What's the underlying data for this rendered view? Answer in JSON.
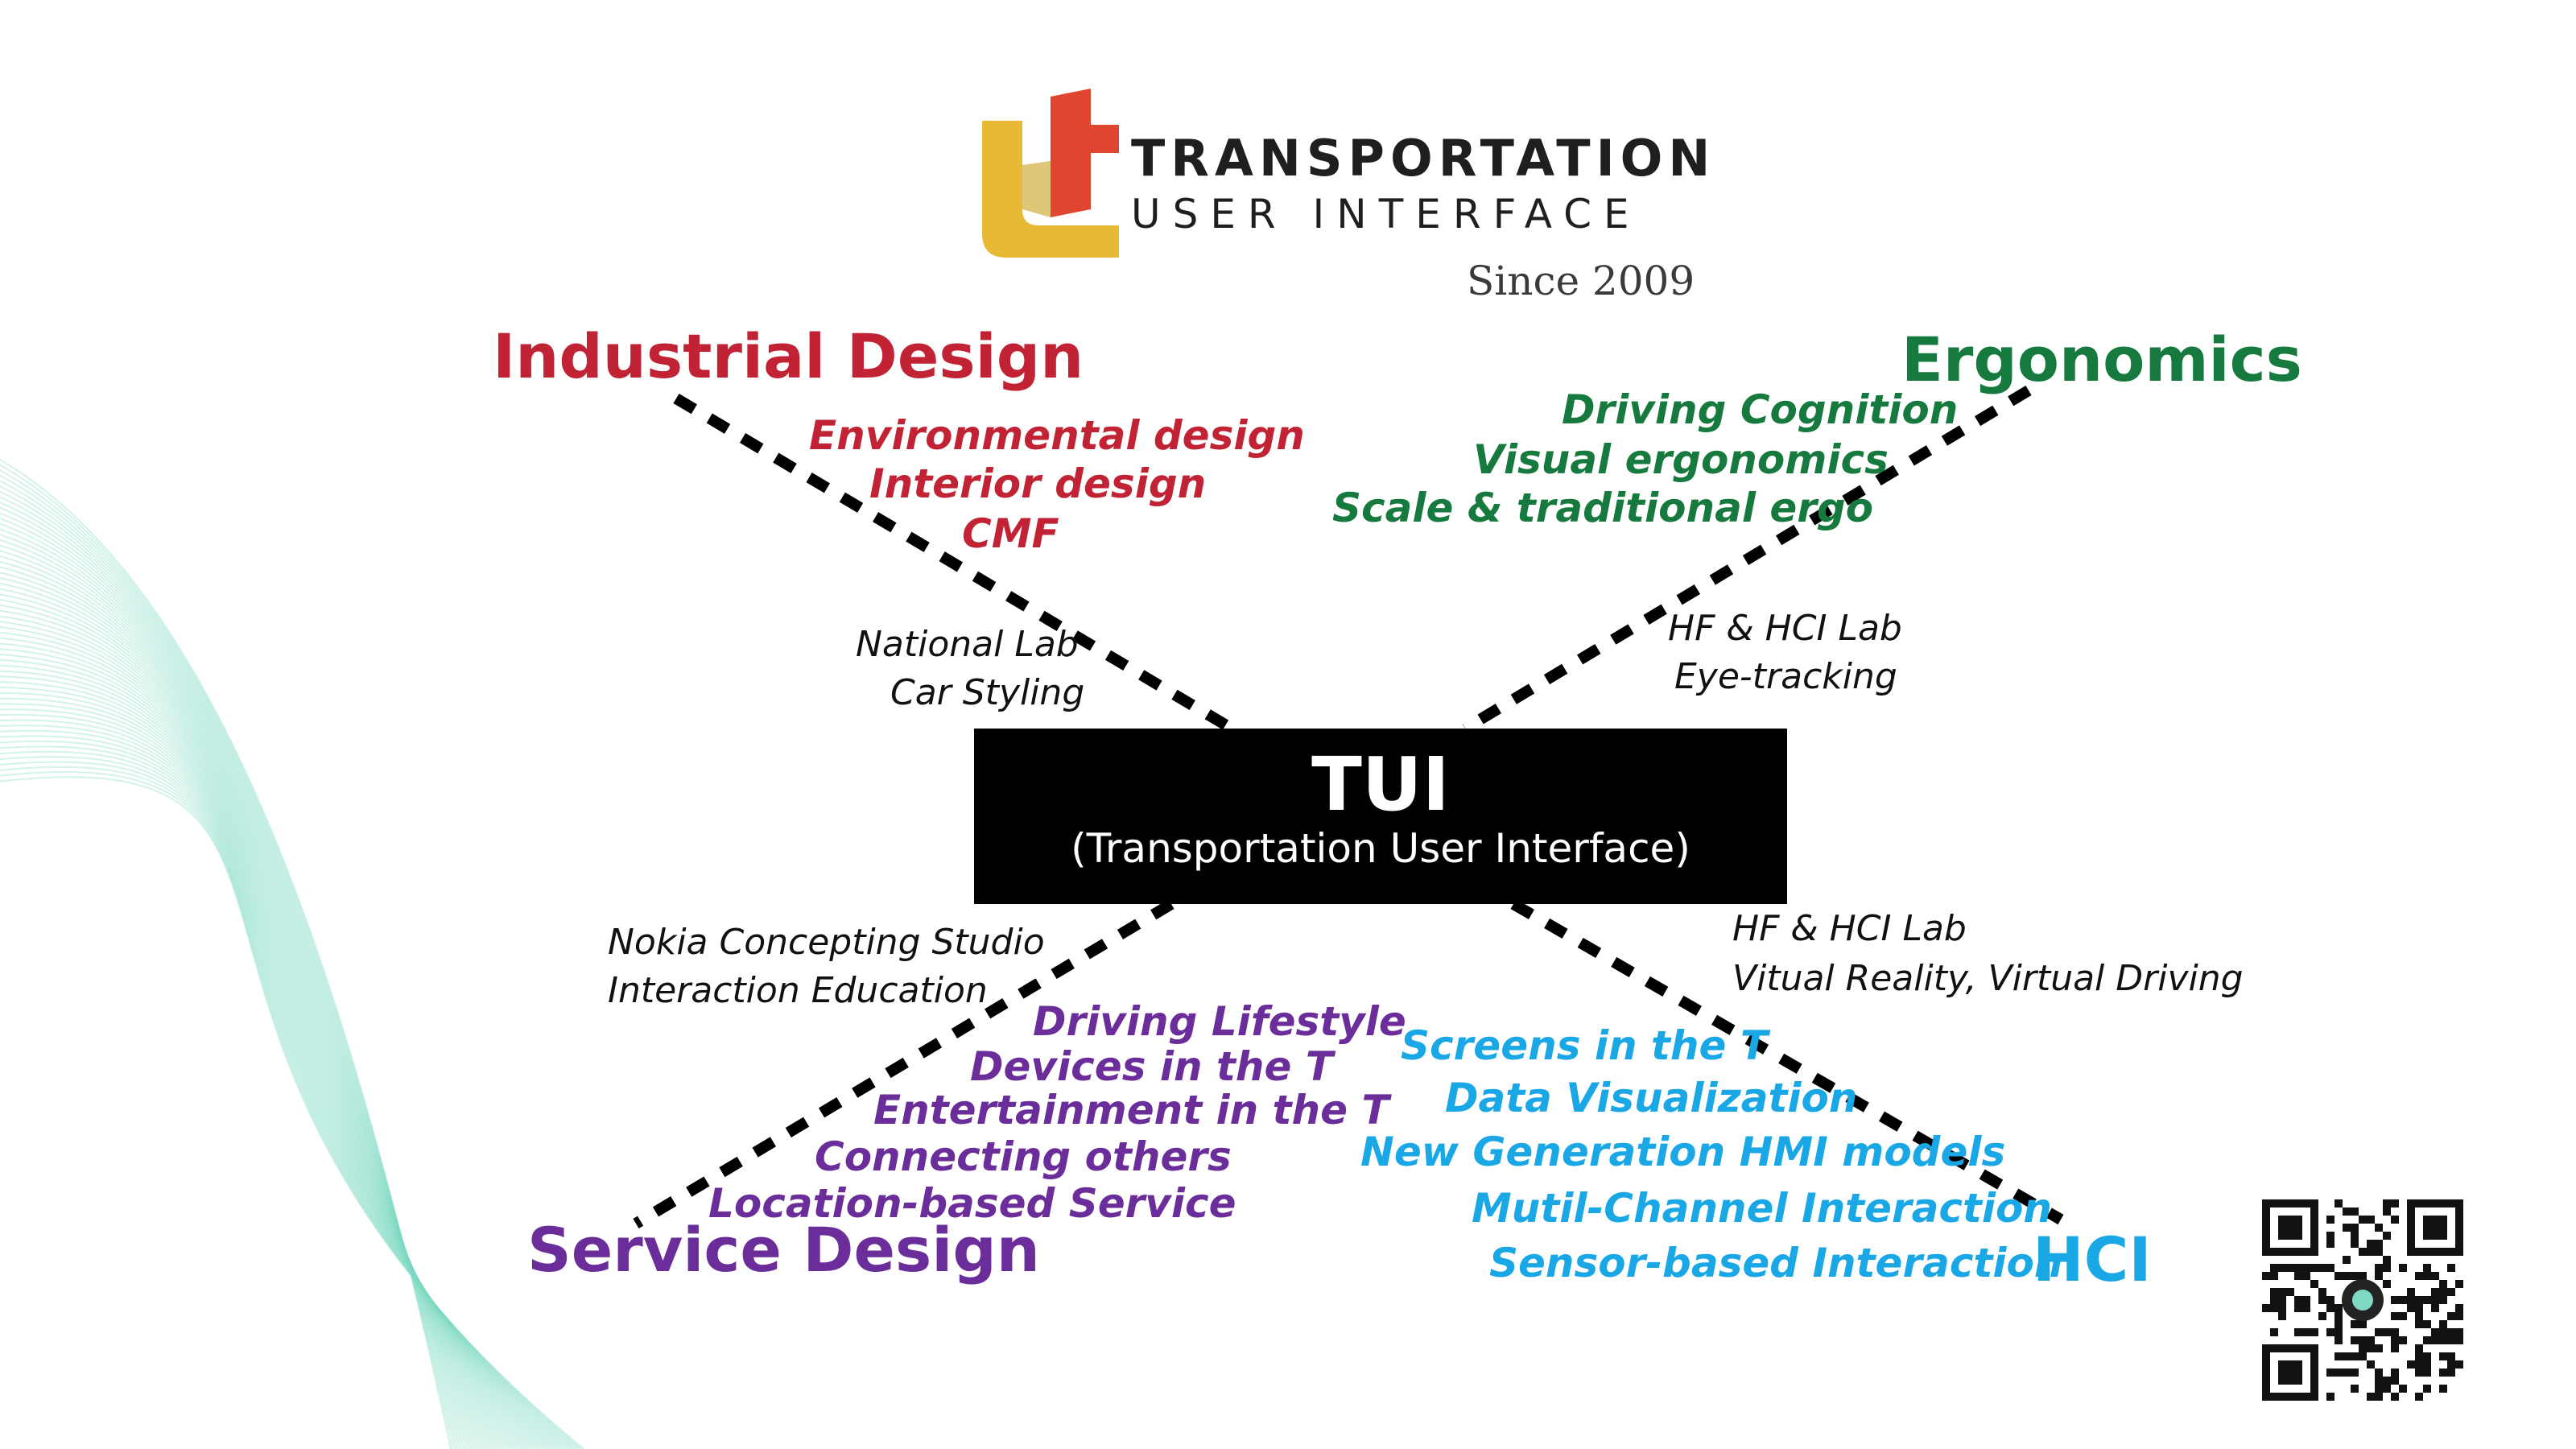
{
  "logo": {
    "line1": "TRANSPORTATION",
    "line2": "USER INTERFACE",
    "since": "Since 2009",
    "colors": {
      "yellow": "#e8b934",
      "red": "#e0462f"
    }
  },
  "center": {
    "title": "TUI",
    "subtitle": "(Transportation User Interface)"
  },
  "branches": {
    "industrial_design": {
      "title": "Industrial Design",
      "color": "#c12234",
      "items": [
        "Environmental design",
        "Interior design",
        "CMF"
      ],
      "notes": [
        "National Lab",
        "Car Styling"
      ]
    },
    "ergonomics": {
      "title": "Ergonomics",
      "color": "#167a3e",
      "items": [
        "Driving Cognition",
        "Visual ergonomics",
        "Scale & traditional ergo"
      ],
      "notes": [
        "HF & HCI Lab",
        "Eye-tracking"
      ]
    },
    "service_design": {
      "title": "Service Design",
      "color": "#6a2d9a",
      "items": [
        "Driving Lifestyle",
        "Devices in the T",
        "Entertainment in the T",
        "Connecting others",
        "Location-based Service"
      ],
      "notes": [
        "Nokia Concepting Studio",
        "Interaction Education"
      ]
    },
    "hci": {
      "title": "HCI",
      "color": "#1aa7e6",
      "items": [
        "Screens in the T",
        "Data Visualization",
        "New Generation HMI models",
        "Mutil-Channel Interaction",
        "Sensor-based Interaction"
      ],
      "notes": [
        "HF & HCI Lab",
        "Vitual Reality, Virtual Driving"
      ]
    }
  },
  "decor": {
    "qr_icon": "qr-code-icon",
    "wave_color": "#7fd9c2"
  }
}
